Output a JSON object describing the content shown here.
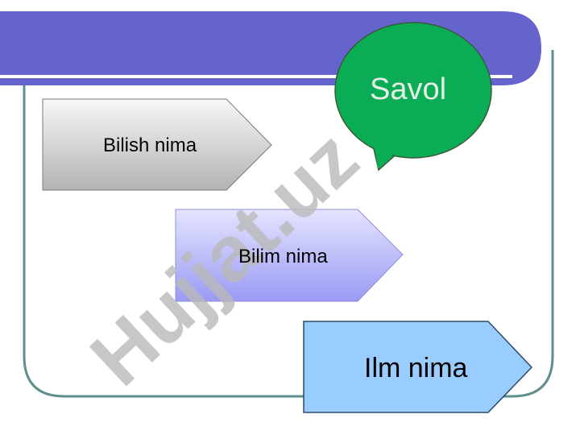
{
  "colors": {
    "banner": "#6464cc",
    "frame": "#5f8f8c",
    "bubble": "#0aad55",
    "box1": "#d0d0d0",
    "box2": "#b0b0f5",
    "box3": "#99ccff",
    "watermark": "#b9b9b9"
  },
  "flow": {
    "box1_label": "Bilish nima",
    "box2_label": "Bilim nima",
    "box3_label": "Ilm nima"
  },
  "bubble": {
    "label": "Savol"
  },
  "watermark": {
    "text": "Hujjat.uz"
  }
}
